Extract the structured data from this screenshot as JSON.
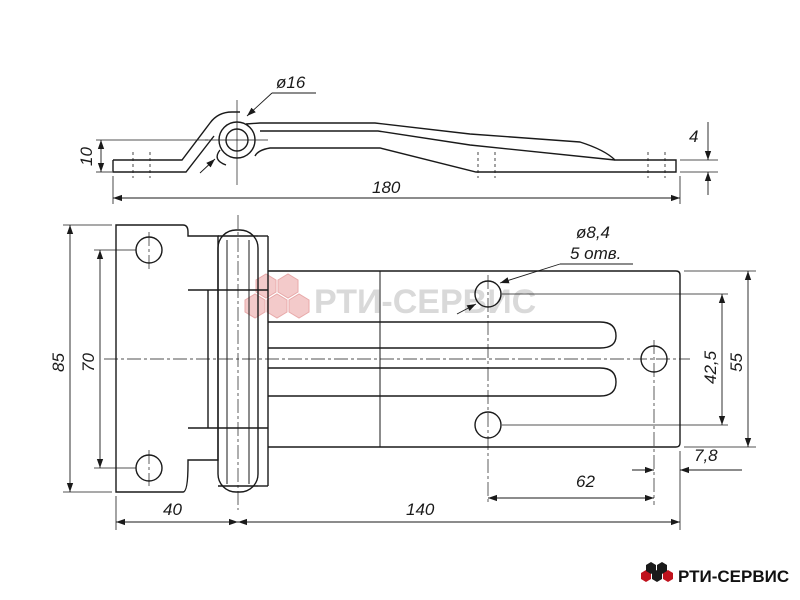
{
  "colors": {
    "line": "#1a1a1a",
    "watermark": "#dcdcdc",
    "watermark_accent": "#f2c4c4",
    "logo_red": "#c0121d",
    "logo_dark": "#1a1a1a"
  },
  "side_view": {
    "pin_diameter": "ø16",
    "thickness": "10",
    "leaf_thickness": "4",
    "overall_length": "180"
  },
  "plan_view": {
    "height_overall": "85",
    "hole_spacing_vertical": "70",
    "left_leaf_width": "40",
    "right_leaf_length": "140",
    "hole_label_diameter": "ø8,4",
    "hole_label_count": "5 отв.",
    "hole_row_spacing": "42,5",
    "right_leaf_height": "55",
    "hole_offset_x": "62",
    "edge_offset": "7,8"
  },
  "watermark": {
    "text": "РТИ-СЕРВИС"
  },
  "brand": {
    "name": "РТИ-СЕРВИС"
  }
}
